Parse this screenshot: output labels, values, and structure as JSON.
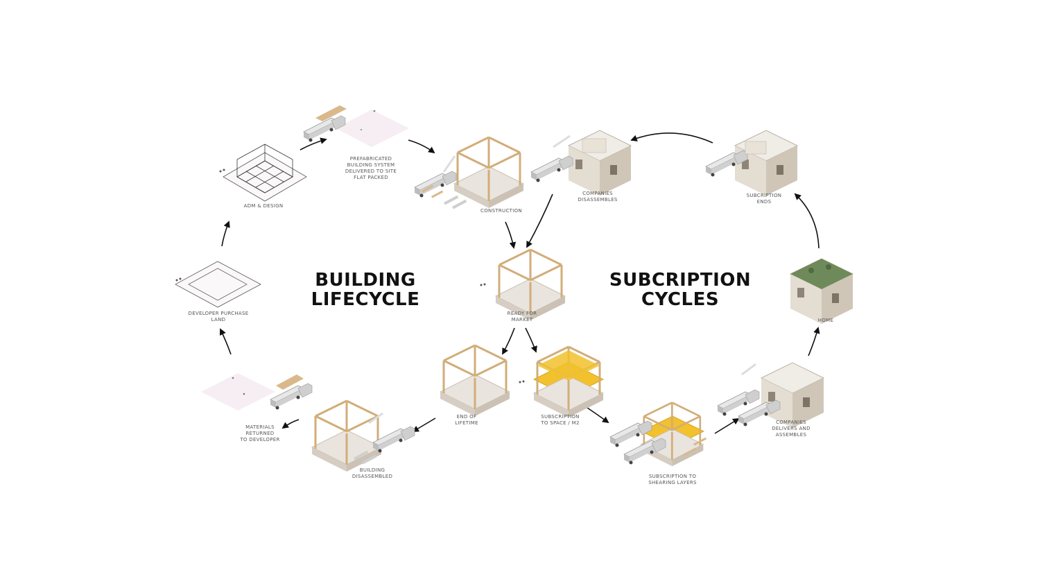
{
  "titles": {
    "building": [
      "BUILDING",
      "LIFECYCLE"
    ],
    "subscription": [
      "SUBCRIPTION",
      "CYCLES"
    ]
  },
  "steps": {
    "adm_design": [
      "ADM & DESIGN"
    ],
    "prefabricated": [
      "PREFABRICATED",
      "BUILDING SYSTEM",
      "DELIVERED TO SITE",
      "FLAT PACKED"
    ],
    "construction": [
      "CONSTRUCTION"
    ],
    "companies_disassembles": [
      "COMPANIES",
      "DISASSEMBLES"
    ],
    "subscription_ends": [
      "SUBCRIPTION",
      "ENDS"
    ],
    "developer_purchase": [
      "DEVELOPER PURCHASE",
      "LAND"
    ],
    "ready_for_market": [
      "READY FOR",
      "MARKET"
    ],
    "home": [
      "HOME"
    ],
    "end_of_lifetime": [
      "END OF",
      "LIFETIME"
    ],
    "subscription_space": [
      "SUBSCRIPTION",
      "TO SPACE / M2"
    ],
    "materials_returned": [
      "MATERIALS",
      "RETURNED",
      "TO DEVELOPER"
    ],
    "building_disassembled": [
      "BUILDING",
      "DISASSEMBLED"
    ],
    "companies_delivers": [
      "COMPANIES",
      "DELIVERS AND",
      "ASSEMBLES"
    ],
    "subscription_shearing": [
      "SUBSCRIPTION TO",
      "SHEARING LAYERS"
    ]
  },
  "colors": {
    "accent_yellow": "#f2c12e",
    "timber": "#d9b98a",
    "concrete": "#d8d2c8",
    "plot": "#f6eef3",
    "arrow": "#111111",
    "title": "#111111",
    "label": "#555555"
  }
}
